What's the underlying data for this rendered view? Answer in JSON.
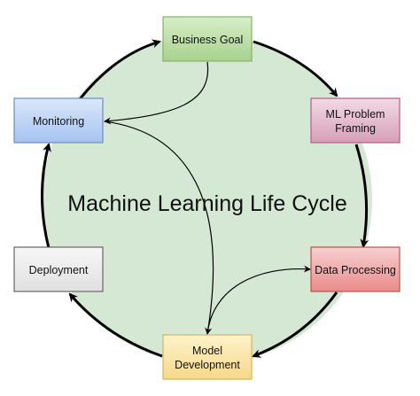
{
  "diagram": {
    "title": "Machine Learning Life Cycle",
    "colors": {
      "circle_fill": "#d5e8d4",
      "stroke": "#000000"
    },
    "nodes": [
      {
        "id": "business-goal",
        "lines": [
          "Business Goal"
        ],
        "fill": "#a9d18e",
        "fill_top": "#d5efc6",
        "border": "#82b366"
      },
      {
        "id": "ml-problem-framing",
        "lines": [
          "ML Problem",
          "Framing"
        ],
        "fill": "#d6a0b8",
        "fill_top": "#f3d9e6",
        "border": "#b85c86"
      },
      {
        "id": "data-processing",
        "lines": [
          "Data Processing"
        ],
        "fill": "#ea8b8b",
        "fill_top": "#f8cfcf",
        "border": "#b85450"
      },
      {
        "id": "model-development",
        "lines": [
          "Model",
          "Development"
        ],
        "fill": "#f5d98a",
        "fill_top": "#fff3cc",
        "border": "#d6b656"
      },
      {
        "id": "deployment",
        "lines": [
          "Deployment"
        ],
        "fill": "#e0e0e0",
        "fill_top": "#f7f7f7",
        "border": "#666666"
      },
      {
        "id": "monitoring",
        "lines": [
          "Monitoring"
        ],
        "fill": "#a5c3f0",
        "fill_top": "#dae8fc",
        "border": "#6c8ebf"
      }
    ]
  }
}
